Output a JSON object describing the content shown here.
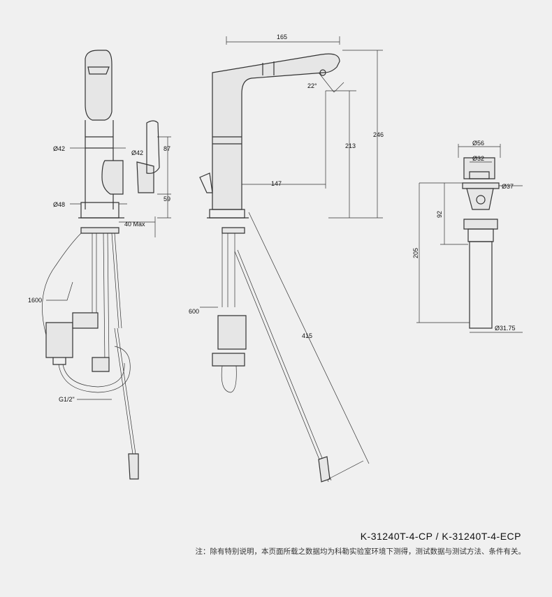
{
  "dimensions": {
    "d42_a": "Ø42",
    "d42_b": "Ø42",
    "d48": "Ø48",
    "h87": "87",
    "h59": "59",
    "max40": "40 Max",
    "hose1600": "1600",
    "g12": "G1/2\"",
    "w165": "165",
    "ang22": "22°",
    "h213": "213",
    "h246": "246",
    "w147": "147",
    "hose600": "600",
    "rod415": "415",
    "d56": "Ø56",
    "d32": "Ø32",
    "d37": "Ø37",
    "h92": "92",
    "h205": "205",
    "d3175": "Ø31.75"
  },
  "model": "K-31240T-4-CP  /  K-31240T-4-ECP",
  "note": "注：除有特别说明，本页面所载之数据均为科勒实验室环境下测得，测试数据与测试方法、条件有关。"
}
